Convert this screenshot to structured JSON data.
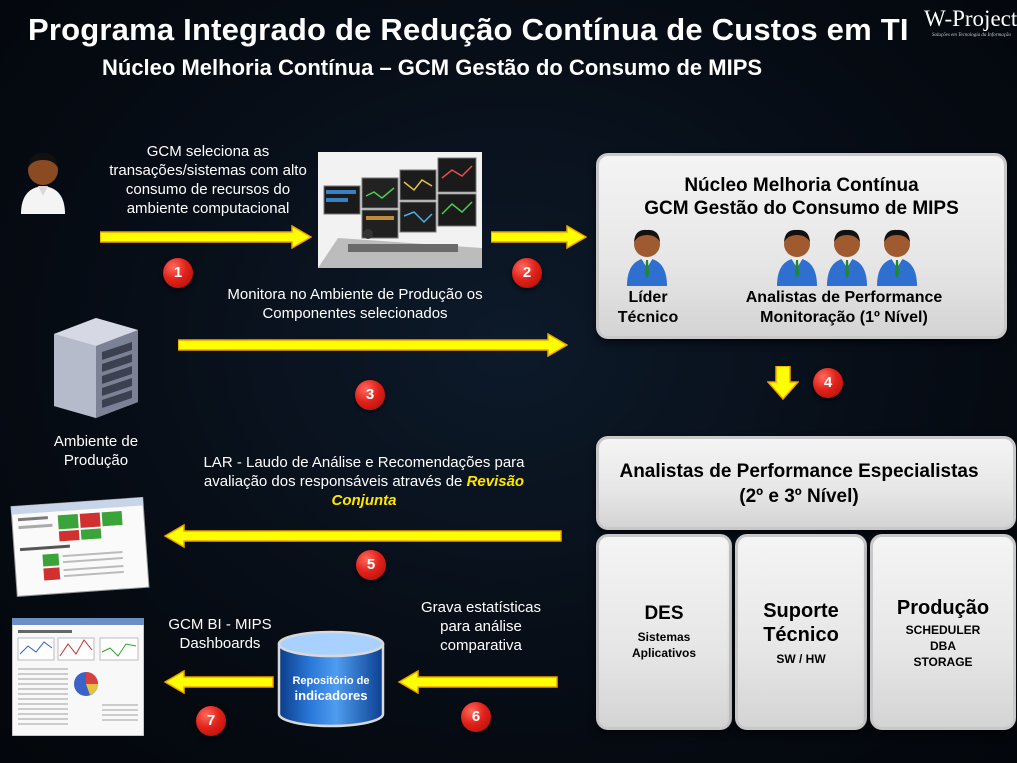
{
  "header": {
    "title": "Programa Integrado de Redução Contínua de Custos em TI",
    "subtitle": "Núcleo Melhoria Contínua – GCM Gestão do Consumo de MIPS",
    "logo": {
      "text": "W-Project",
      "tagline": "Soluções em Tecnologia da Informação"
    }
  },
  "steps": {
    "s1": {
      "badge": "1",
      "text_lines": [
        "GCM seleciona as",
        "transações/sistemas com alto",
        "consumo de recursos do",
        "ambiente computacional"
      ]
    },
    "s2": {
      "badge": "2"
    },
    "s3": {
      "badge": "3",
      "text_lines": [
        "Monitora no Ambiente de Produção os",
        "Componentes selecionados"
      ]
    },
    "s4": {
      "badge": "4"
    },
    "s5": {
      "badge": "5",
      "text_lines": [
        "LAR - Laudo de Análise e Recomendações para",
        "avaliação dos responsáveis através de"
      ],
      "emphasis_1": "Revisão",
      "emphasis_2": "Conjunta"
    },
    "s6": {
      "badge": "6",
      "text_lines": [
        "Grava estatísticas",
        "para análise",
        "comparativa"
      ]
    },
    "s7": {
      "badge": "7",
      "text_lines": [
        "GCM BI - MIPS",
        "Dashboards"
      ]
    }
  },
  "environment": {
    "label_lines": [
      "Ambiente de",
      "Produção"
    ]
  },
  "repository": {
    "label_1": "Repositório de",
    "label_2": "indicadores"
  },
  "nucleo_panel": {
    "title_1": "Núcleo Melhoria Contínua",
    "title_2": "GCM Gestão do Consumo de MIPS",
    "leader_lines": [
      "Líder",
      "Técnico"
    ],
    "analysts_lines": [
      "Analistas de Performance",
      "Monitoração (1º Nível)"
    ]
  },
  "specialists_panel": {
    "title_1": "Analistas de Performance Especialistas",
    "title_2": "(2º e 3º Nível)"
  },
  "teams": [
    {
      "name": "DES",
      "sub_lines": [
        "Sistemas",
        "Aplicativos"
      ]
    },
    {
      "name_lines": [
        "Suporte",
        "Técnico"
      ],
      "sub_lines": [
        "SW / HW"
      ]
    },
    {
      "name": "Produção",
      "sub_lines": [
        "SCHEDULER",
        "DBA",
        "STORAGE"
      ]
    }
  ],
  "colors": {
    "arrow": "#ffff00",
    "arrow_edge": "#f0a000",
    "badge": "#e0221a",
    "panel": "#ececec",
    "background": "#08111c"
  }
}
